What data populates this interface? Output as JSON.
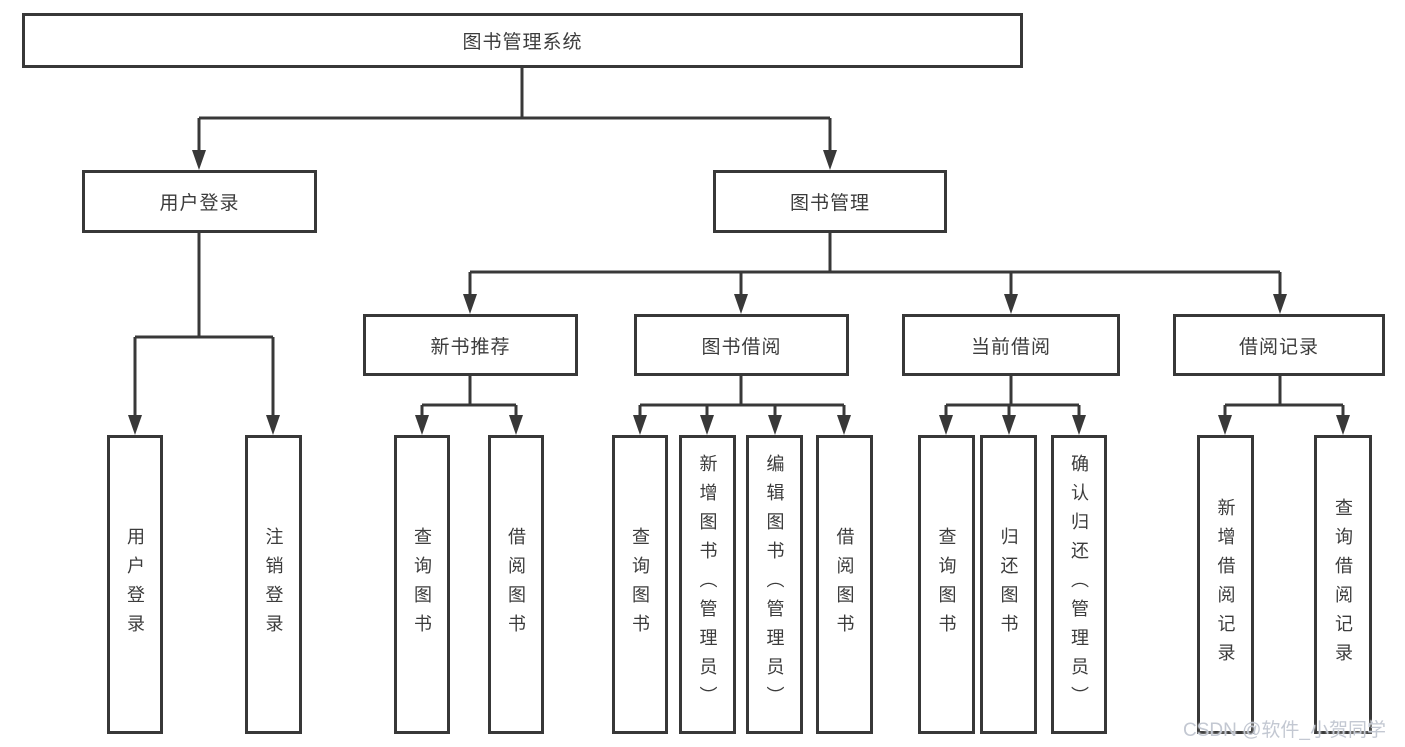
{
  "diagram_type": "org-chart",
  "tree": {
    "label": "图书管理系统",
    "children": [
      {
        "label": "用户登录",
        "children": [
          {
            "label": "用户登录"
          },
          {
            "label": "注销登录"
          }
        ]
      },
      {
        "label": "图书管理",
        "children": [
          {
            "label": "新书推荐",
            "children": [
              {
                "label": "查询图书"
              },
              {
                "label": "借阅图书"
              }
            ]
          },
          {
            "label": "图书借阅",
            "children": [
              {
                "label": "查询图书"
              },
              {
                "label": "新增图书（管理员）"
              },
              {
                "label": "编辑图书（管理员）"
              },
              {
                "label": "借阅图书"
              }
            ]
          },
          {
            "label": "当前借阅",
            "children": [
              {
                "label": "查询图书"
              },
              {
                "label": "归还图书"
              },
              {
                "label": "确认归还（管理员）"
              }
            ]
          },
          {
            "label": "借阅记录",
            "children": [
              {
                "label": "新增借阅记录"
              },
              {
                "label": "查询借阅记录"
              }
            ]
          }
        ]
      }
    ]
  },
  "watermark": {
    "text": "CSDN @软件_小贺同学"
  },
  "colors": {
    "line": "#383838",
    "box_border": "#383838",
    "box_background": "#ffffff",
    "text": "#3c3c3c",
    "watermark": "#c3c8d2",
    "page_background": "#ffffff"
  }
}
